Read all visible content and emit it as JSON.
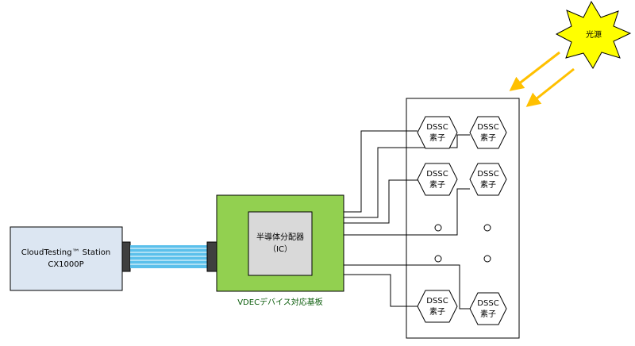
{
  "station": {
    "line1": "CloudTesting™ Station",
    "line2": "CX1000P"
  },
  "board": {
    "label": "VDECデバイス対応基板",
    "ic_line1": "半導体分配器",
    "ic_line2": "（IC）",
    "color": "#92d050",
    "ic_color": "#d9d9d9"
  },
  "light_source": {
    "label": "光源",
    "color": "#ffff00",
    "arrow_color": "#ffc000"
  },
  "cable": {
    "color": "#5bc0eb"
  },
  "dssc": {
    "line1": "DSSC",
    "line2": "素子"
  },
  "panel": {
    "connectors": 4,
    "dssc_cells": 6
  }
}
